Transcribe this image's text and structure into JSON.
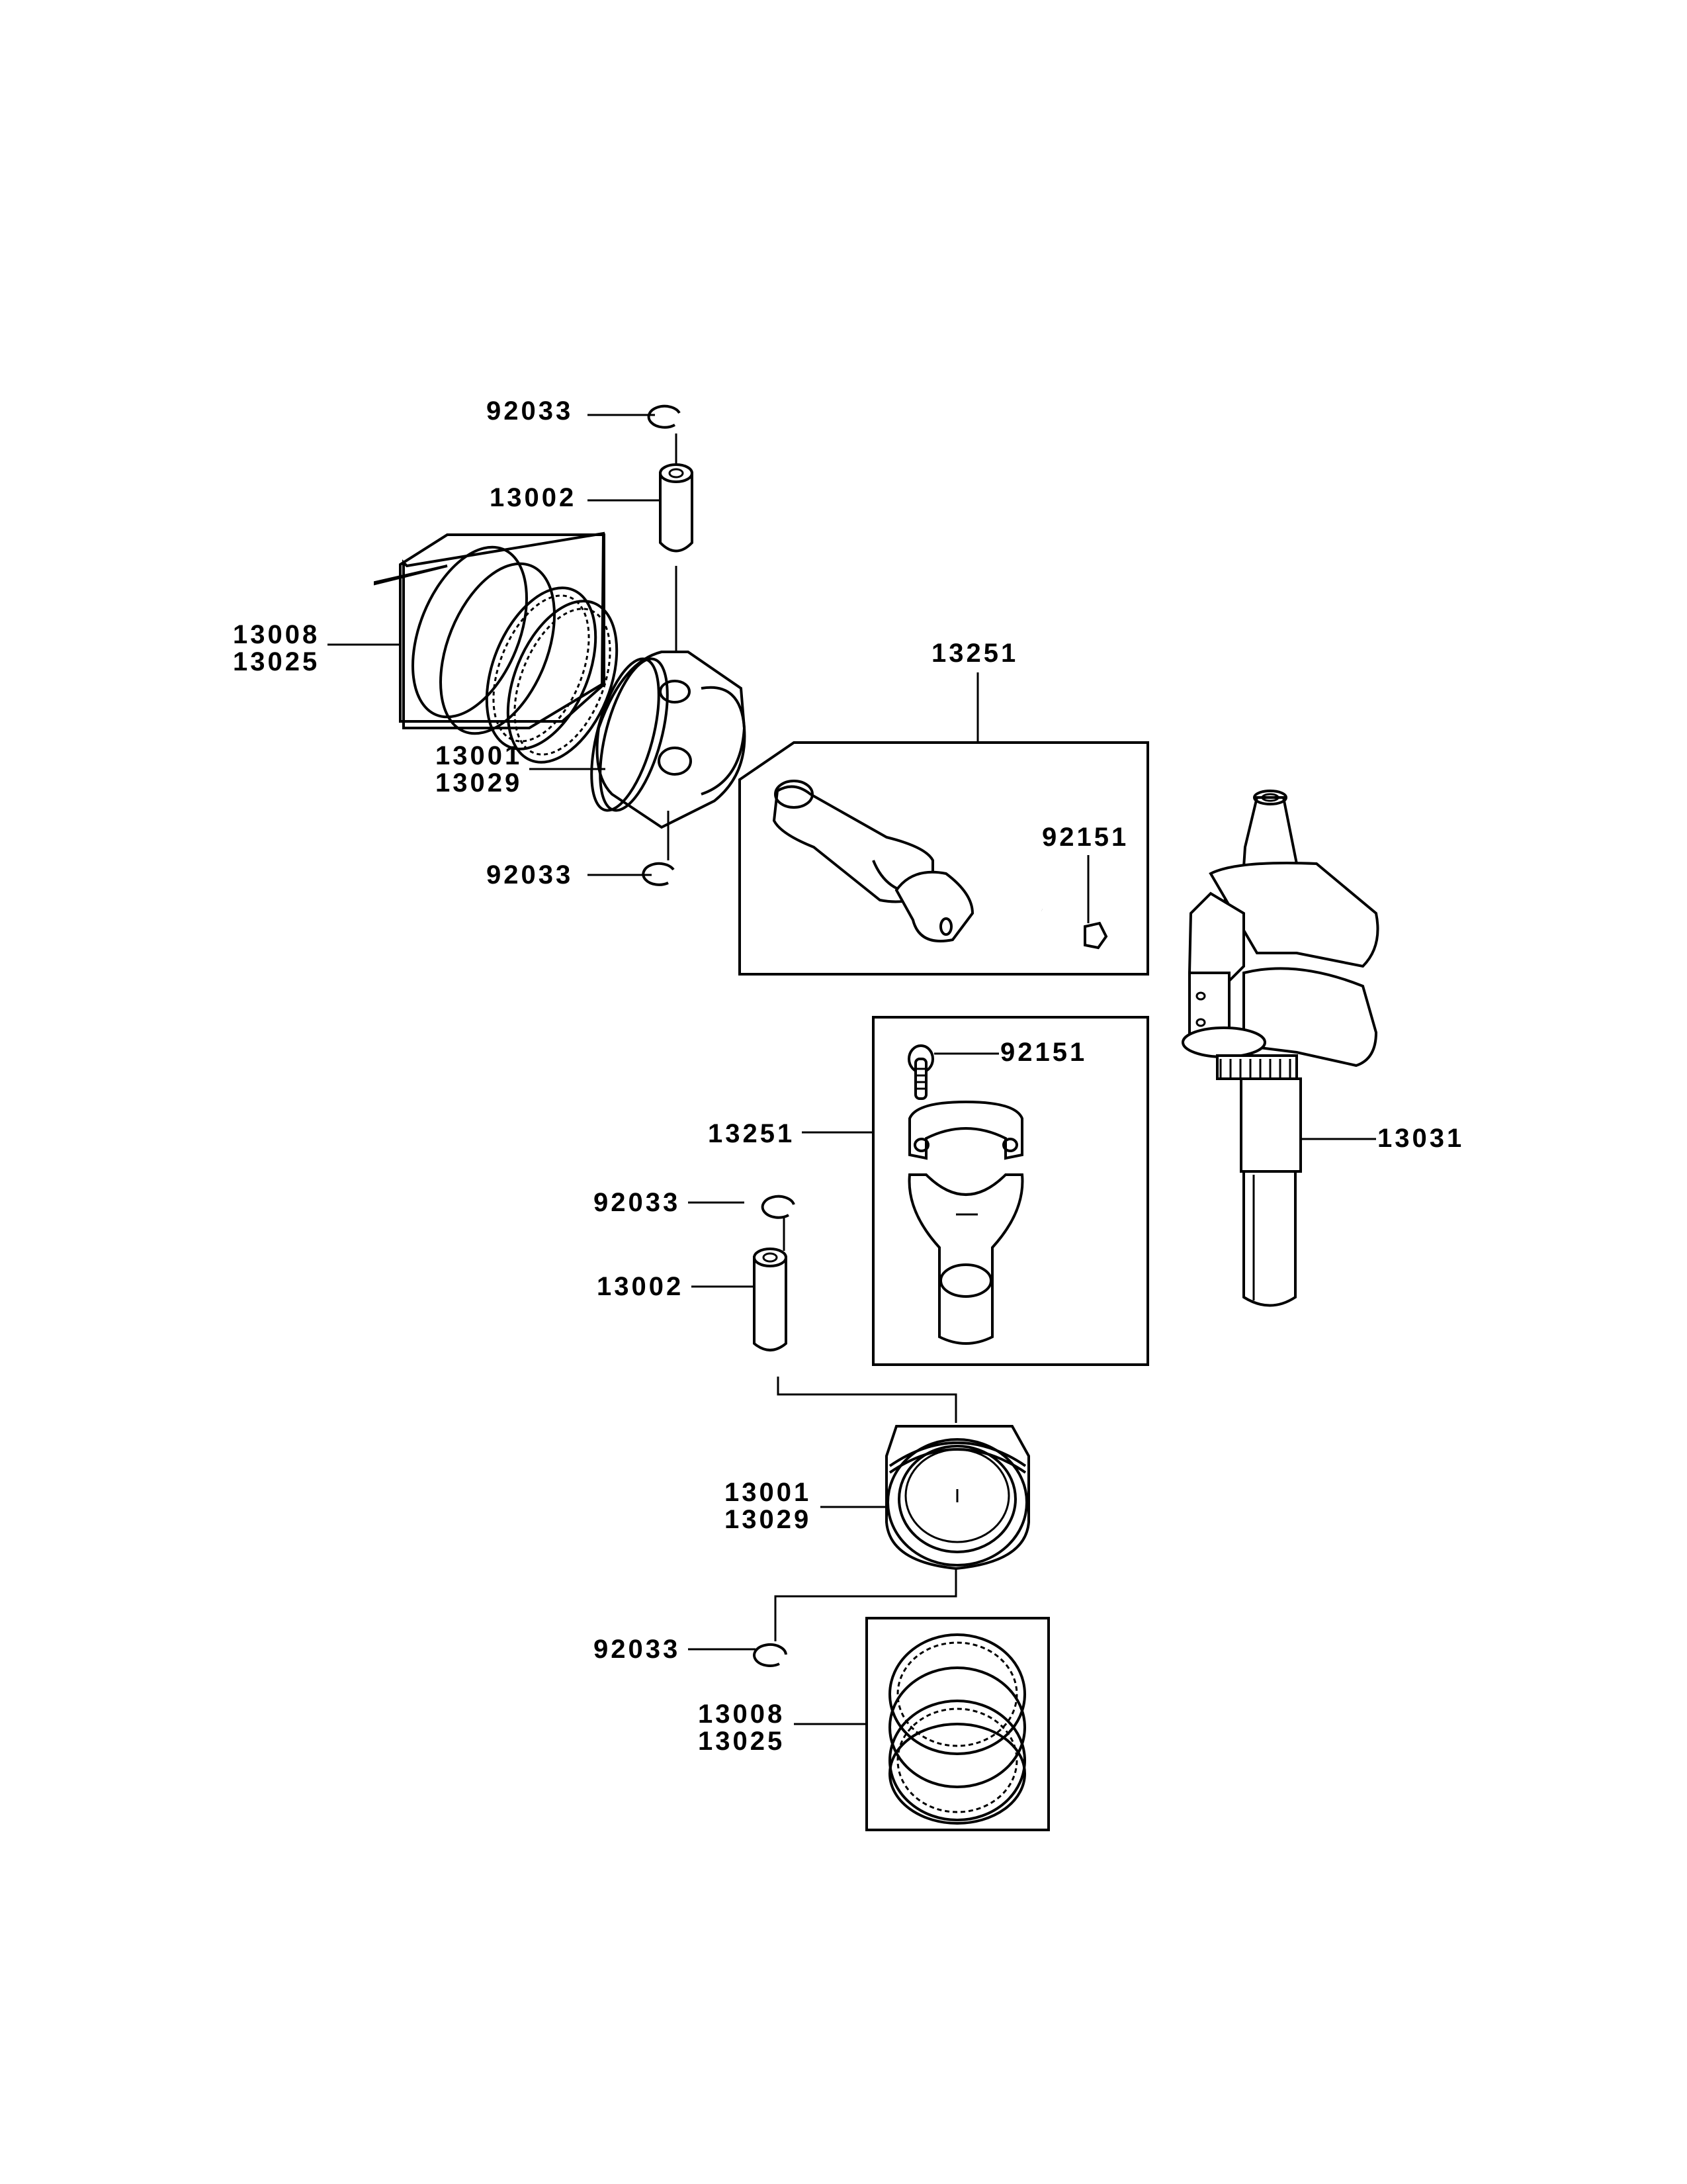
{
  "diagram": {
    "title": "Piston / Connecting Rod / Crankshaft exploded parts diagram",
    "line_color": "#000000",
    "background": "#ffffff",
    "callouts": {
      "upper_snap_ring_top": "92033",
      "upper_piston_pin": "13002",
      "upper_ring_set": [
        "13008",
        "13025"
      ],
      "upper_piston": [
        "13001",
        "13029"
      ],
      "upper_snap_ring_bottom": "92033",
      "upper_conrod_assy": "13251",
      "upper_conrod_bolt": "92151",
      "crankshaft": "13031",
      "lower_conrod_bolt": "92151",
      "lower_conrod_assy": "13251",
      "lower_snap_ring_top": "92033",
      "lower_piston_pin": "13002",
      "lower_piston": [
        "13001",
        "13029"
      ],
      "lower_snap_ring_bottom": "92033",
      "lower_ring_set": [
        "13008",
        "13025"
      ]
    },
    "parts": [
      {
        "number": "92033",
        "name": "snap ring"
      },
      {
        "number": "13002",
        "name": "piston pin"
      },
      {
        "number": "13008",
        "name": "piston ring set"
      },
      {
        "number": "13025",
        "name": "piston ring set"
      },
      {
        "number": "13001",
        "name": "piston"
      },
      {
        "number": "13029",
        "name": "piston"
      },
      {
        "number": "13251",
        "name": "connecting rod assy"
      },
      {
        "number": "92151",
        "name": "connecting rod bolt"
      },
      {
        "number": "13031",
        "name": "crankshaft"
      }
    ]
  }
}
